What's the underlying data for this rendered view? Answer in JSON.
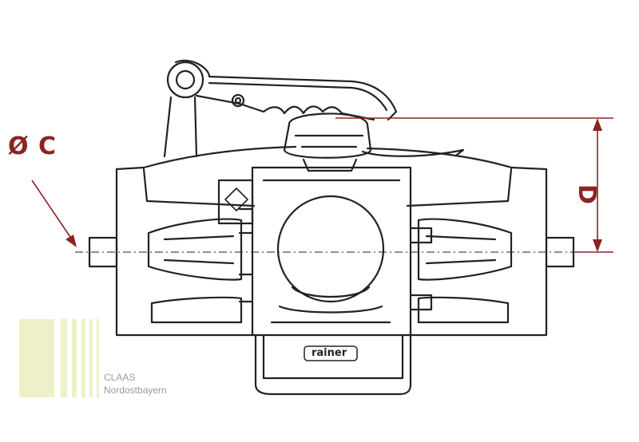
{
  "labels": {
    "diameter": "Ø C",
    "height": "D"
  },
  "brand_on_device": "rainer",
  "watermark": {
    "logo_text": "CLAAS",
    "company": "CLAAS",
    "region": "Nordostbayern"
  },
  "colors": {
    "dimension": "#8b2323",
    "outline": "#222222",
    "watermark_bars": "#eef0c8",
    "watermark_text": "#9a9a9a"
  }
}
